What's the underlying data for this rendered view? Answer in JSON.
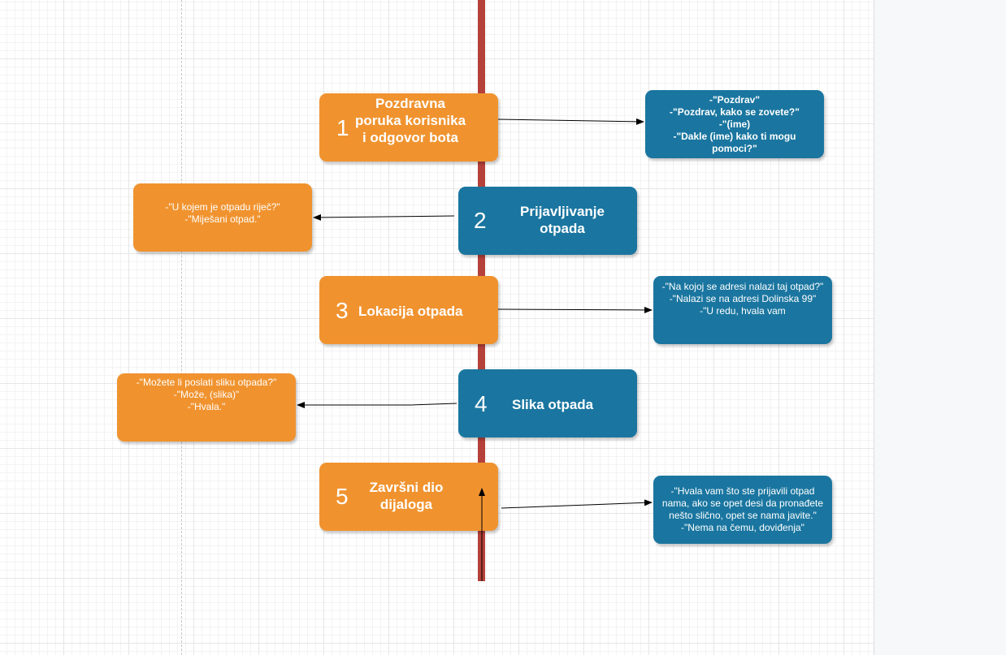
{
  "colors": {
    "orange": "#f0932f",
    "blue": "#1a76a0",
    "lifeline": "#b5413a"
  },
  "steps": [
    {
      "number": "1",
      "title": "Pozdravna\nporuka korisnika\ni odgovor bota"
    },
    {
      "number": "2",
      "title": "Prijavljivanje\notpada"
    },
    {
      "number": "3",
      "title": "Lokacija otpada"
    },
    {
      "number": "4",
      "title": "Slika otpada"
    },
    {
      "number": "5",
      "title": "Završni dio\ndijaloga"
    }
  ],
  "notes": [
    {
      "text": "-\"Pozdrav\"\n-\"Pozdrav, kako se zovete?\"\n-\"(ime)\n-\"Dakle (ime) kako ti mogu\npomoci?\""
    },
    {
      "text": "-\"U kojem je otpadu riječ?\"\n-\"Miješani otpad.\""
    },
    {
      "text": "-\"Na kojoj se adresi nalazi taj otpad?\"\n-\"Nalazi se na adresi Dolinska 99\"\n-\"U redu, hvala vam"
    },
    {
      "text": "-\"Možete li poslati sliku otpada?\"\n-\"Može, (slika)\"\n-\"Hvala.\""
    },
    {
      "text": "-\"Hvala vam što ste prijavili otpad\nnama, ako se opet desi da pronađete\nnešto slično, opet se nama javite.\"\n-\"Nema na čemu, doviđenja\""
    }
  ]
}
